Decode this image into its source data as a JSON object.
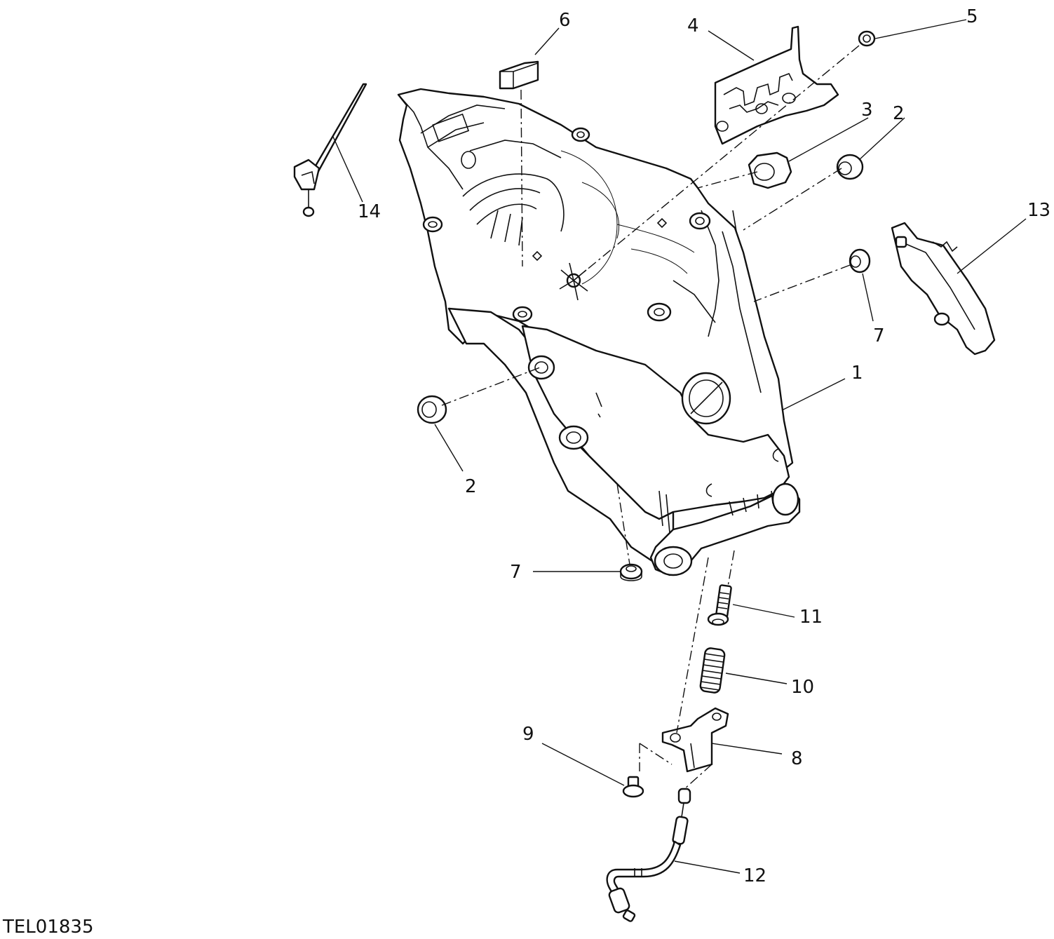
{
  "drawing_code": "TEL01835",
  "callouts": [
    {
      "id": "c1",
      "text": "1"
    },
    {
      "id": "c2a",
      "text": "2"
    },
    {
      "id": "c2b",
      "text": "2"
    },
    {
      "id": "c3",
      "text": "3"
    },
    {
      "id": "c4",
      "text": "4"
    },
    {
      "id": "c5",
      "text": "5"
    },
    {
      "id": "c6",
      "text": "6"
    },
    {
      "id": "c7a",
      "text": "7"
    },
    {
      "id": "c7b",
      "text": "7"
    },
    {
      "id": "c8",
      "text": "8"
    },
    {
      "id": "c9",
      "text": "9"
    },
    {
      "id": "c10",
      "text": "10"
    },
    {
      "id": "c11",
      "text": "11"
    },
    {
      "id": "c12",
      "text": "12"
    },
    {
      "id": "c13",
      "text": "13"
    },
    {
      "id": "c14",
      "text": "14"
    }
  ]
}
